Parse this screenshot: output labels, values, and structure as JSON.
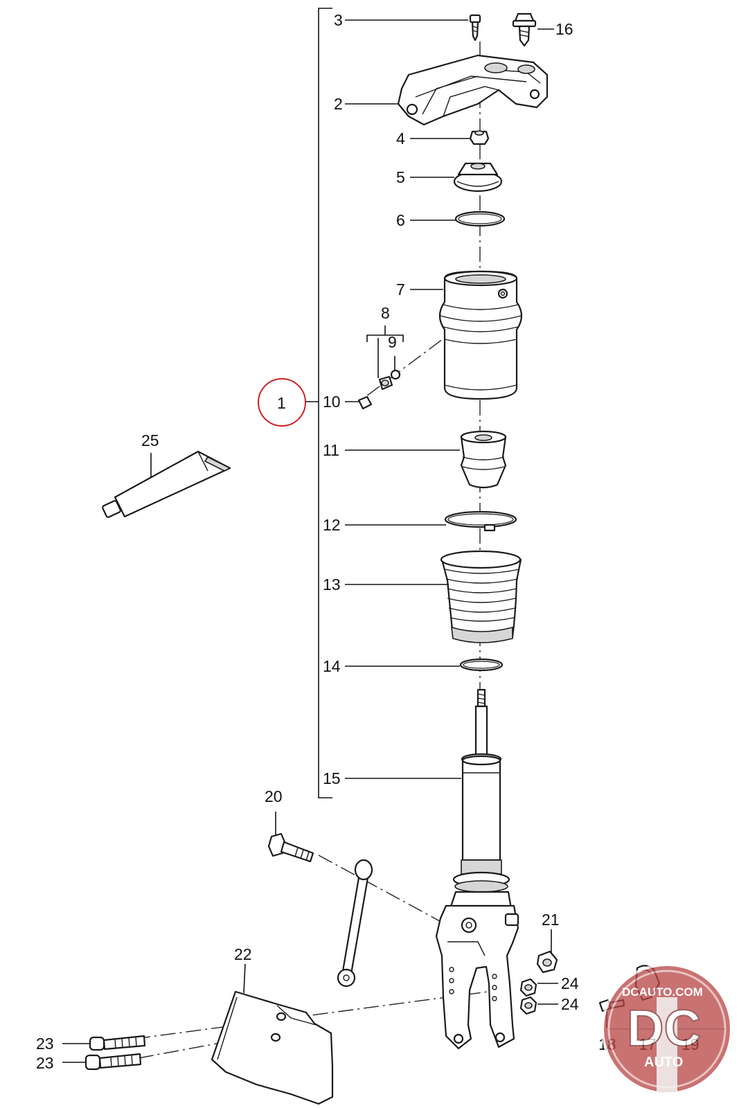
{
  "callouts": {
    "c1": "1",
    "c2": "2",
    "c3": "3",
    "c4": "4",
    "c5": "5",
    "c6": "6",
    "c7": "7",
    "c8": "8",
    "c9": "9",
    "c10": "10",
    "c11": "11",
    "c12": "12",
    "c13": "13",
    "c14": "14",
    "c15": "15",
    "c16": "16",
    "c17": "17",
    "c18": "18",
    "c19": "19",
    "c20": "20",
    "c21": "21",
    "c22": "22",
    "c23a": "23",
    "c23b": "23",
    "c24a": "24",
    "c24b": "24",
    "c25": "25"
  },
  "highlight_color": "#cc2222",
  "watermark": {
    "site": "DCAUTO.COM",
    "mark": "DC",
    "word": "AUTO",
    "color": "#b84444"
  }
}
